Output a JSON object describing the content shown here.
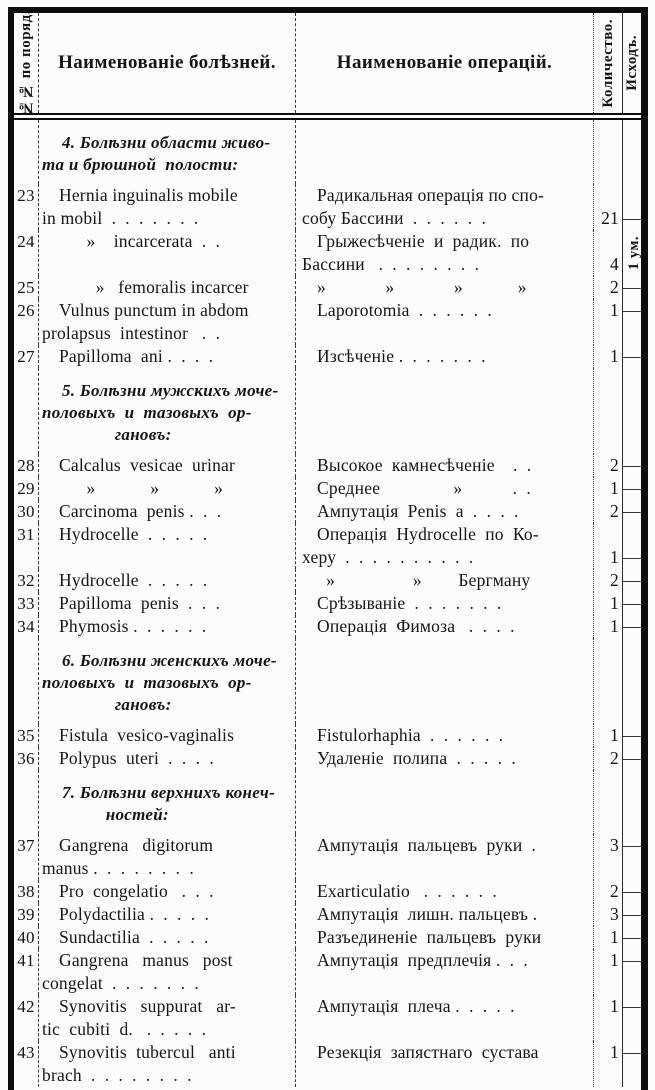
{
  "header": {
    "col_num": "№№ по поряд.",
    "col_disease": "Наименованіе болѣзней.",
    "col_operation": "Наименованіе операцій.",
    "col_qty": "Количество.",
    "col_outcome": "Исходъ."
  },
  "rows": [
    {
      "type": "section",
      "text": "4. Болѣзни области живо-\nта и брюшной  полости:"
    },
    {
      "type": "data",
      "num": "23",
      "disease": "Hernia inguinalis mobile\nin mobil  .  .  .  .  .  .  .",
      "operation": "Радикальная операція по спо-\nсобу Бассини  .  .  .  .  .  .",
      "qty": "21",
      "outcome": "—"
    },
    {
      "type": "data",
      "num": "24",
      "disease": "      »    incarcerata  .  .",
      "operation": "Грыжесѣченіе  и  радик.  по\nБассини   .  .  .  .  .  .  .  .",
      "qty": "4",
      "outcome": "1 ум.",
      "outcome_vertical": true
    },
    {
      "type": "data",
      "num": "25",
      "disease": "        »   femoralis incarcer",
      "operation": "»             »             »            »",
      "qty": "2",
      "outcome": "—"
    },
    {
      "type": "data",
      "num": "26",
      "disease": "Vulnus punctum in abdom\nprolapsus  intestinor   .  .",
      "operation": "Laporotomia  .  .  .  .  .  .",
      "qty": "1",
      "outcome": "—"
    },
    {
      "type": "data",
      "num": "27",
      "disease": "Papilloma  ani .  .  .  .",
      "operation": "Изсѣченіе .  .  .  .  .  .  .",
      "qty": "1",
      "outcome": "—"
    },
    {
      "type": "section",
      "text": "5. Болѣзни мужскихъ моче-\nполовыхъ  и  тазовыхъ  ор-\n                гановъ:"
    },
    {
      "type": "data",
      "num": "28",
      "disease": "Calcalus  vesicae  urinar",
      "operation": "Высокое  камнесѣченіе    .  .",
      "qty": "2",
      "outcome": "—"
    },
    {
      "type": "data",
      "num": "29",
      "disease": "      »            »            »",
      "operation": "Среднее                »           .  .",
      "qty": "1",
      "outcome": "—"
    },
    {
      "type": "data",
      "num": "30",
      "disease": "Carcinoma  penis .  .  .",
      "operation": "Ампутація  Penis  a  .  .  .  .",
      "qty": "2",
      "outcome": "—"
    },
    {
      "type": "data",
      "num": "31",
      "disease": "Hydrocelle  .  .  .  .  .",
      "operation": "Операція  Hydrocelle  по  Ко-\nхеру  .  .  .  .  .  .  .  .  .  .",
      "qty": "1",
      "outcome": "—"
    },
    {
      "type": "data",
      "num": "32",
      "disease": "Hydrocelle  .  .  .  .  .",
      "operation": "  »                 »        Бергману",
      "qty": "2",
      "outcome": "—"
    },
    {
      "type": "data",
      "num": "33",
      "disease": "Papilloma  penis  .  .  .",
      "operation": "Срѣзываніе  .  .  .  .  .  .  .",
      "qty": "1",
      "outcome": "—"
    },
    {
      "type": "data",
      "num": "34",
      "disease": "Phymosis .  .  .  .  .  .",
      "operation": "Операція  Фимоза   .  .  .  .",
      "qty": "1",
      "outcome": "—"
    },
    {
      "type": "section",
      "text": "6. Болѣзни женскихъ моче-\nполовыхъ  и  тазовыхъ  ор-\n                гановъ:"
    },
    {
      "type": "data",
      "num": "35",
      "disease": "Fistula  vesico-vaginalis",
      "operation": "Fistulorhaphia  .  .  .  .  .  .",
      "qty": "1",
      "outcome": "—"
    },
    {
      "type": "data",
      "num": "36",
      "disease": "Polypus  uteri  .  .  .  .",
      "operation": "Удаленіе  полипа  .  .  .  .  .",
      "qty": "2",
      "outcome": "—"
    },
    {
      "type": "section",
      "text": "7. Болѣзни верхнихъ конеч-\n              ностей:"
    },
    {
      "type": "data",
      "num": "37",
      "disease": "Gangrena   digitorum\nmanus .  .  .  .  .  .  .  .",
      "operation": "Ампутація  пальцевъ  руки  .",
      "qty": "3",
      "outcome": "—"
    },
    {
      "type": "data",
      "num": "38",
      "disease": "Pro  congelatio   .  .  .",
      "operation": "Exarticulatio   .  .  .  .  .  .",
      "qty": "2",
      "outcome": "—"
    },
    {
      "type": "data",
      "num": "39",
      "disease": "Polydactilia .  .  .  .  .",
      "operation": "Ампутація  лишн. пальцевъ .",
      "qty": "3",
      "outcome": "—"
    },
    {
      "type": "data",
      "num": "40",
      "disease": "Sundactilia  .  .  .  .  .",
      "operation": "Разъединеніе  пальцевъ  руки",
      "qty": "1",
      "outcome": "—"
    },
    {
      "type": "data",
      "num": "41",
      "disease": "Gangrena   manus   post\ncongelat  .  .  .  .  .  .  .",
      "operation": "Ампутація  предплечія .  .  .",
      "qty": "1",
      "outcome": "—"
    },
    {
      "type": "data",
      "num": "42",
      "disease": "Synovitis   suppurat   ar-\ntic  cubiti  d.   .  .  .  .  .",
      "operation": "Ампутація  плеча .  .  .  .  .",
      "qty": "1",
      "outcome": "—"
    },
    {
      "type": "data",
      "num": "43",
      "disease": "Synovitis  tubercul   anti\nbrach  .  .  .  .  .  .  .  .",
      "operation": "Резекція  запястнаго  сустава",
      "qty": "1",
      "outcome": "—"
    }
  ]
}
